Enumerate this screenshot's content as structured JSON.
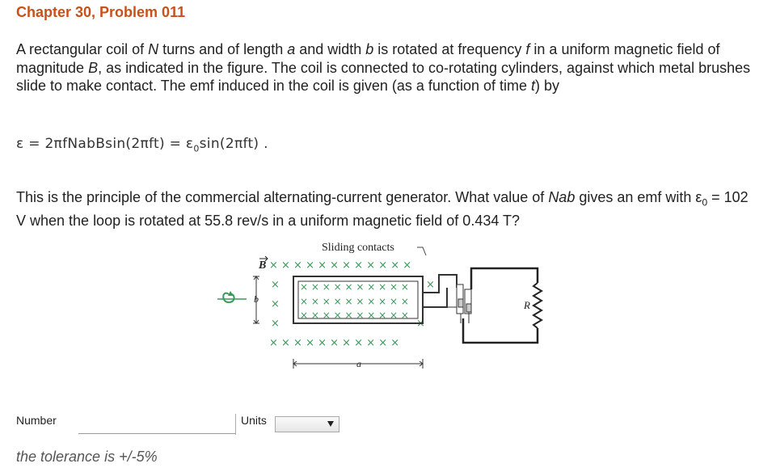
{
  "header": {
    "title": "Chapter 30, Problem 011"
  },
  "problem": {
    "paragraph1_parts": [
      "A rectangular coil of ",
      "N",
      " turns and of length ",
      "a",
      " and width ",
      "b",
      " is rotated at frequency ",
      "f",
      " in a uniform magnetic field of magnitude ",
      "B",
      ", as indicated in the figure. The coil is connected to co-rotating cylinders, against which metal brushes slide to make contact. The emf induced in the coil is given (as a function of time ",
      "t",
      ") by"
    ],
    "equation": {
      "lhs": "ε = 2πfNabBsin(2πft) = ε",
      "sub": "0",
      "rhs": "sin(2πft)",
      "trail": " ."
    },
    "paragraph2_parts": [
      "This is the principle of the commercial alternating-current generator. What value of ",
      "Nab",
      " gives an emf with ε",
      "0",
      " = 102 V when the loop is rotated at 55.8 rev/s in a uniform magnetic field of 0.434 T?"
    ]
  },
  "figure": {
    "label_sliding_contacts": "Sliding contacts",
    "label_B": "B",
    "label_b": "b",
    "label_a": "a",
    "label_R": "R",
    "field_symbol": "×"
  },
  "answer": {
    "number_label": "Number",
    "number_value": "",
    "units_label": "Units",
    "units_selected": ""
  },
  "footer": {
    "tolerance": "the tolerance is +/-5%"
  }
}
